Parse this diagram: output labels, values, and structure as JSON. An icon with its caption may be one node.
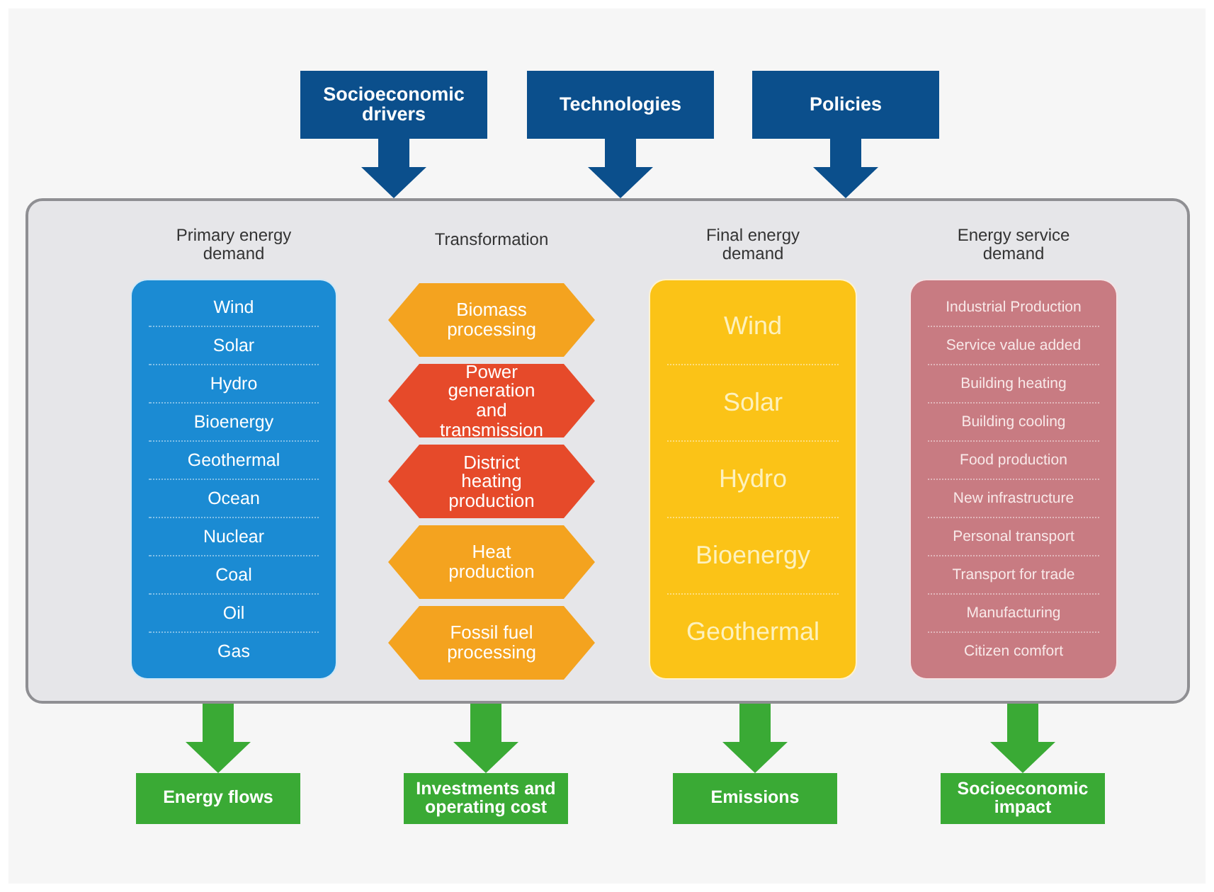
{
  "diagram": {
    "nodes": [
      {
        "text": [
          "Socioeconomic drivers"
        ]
      },
      {
        "text": [
          "Technologies"
        ]
      },
      {
        "text": [
          "Policies"
        ]
      },
      {
        "text": [],
        "shape": "box"
      },
      {
        "text": [
          "Primary energy demand",
          "Wind",
          "Solar",
          "Hydro",
          "Bioenergy",
          "Geothermal",
          "Ocean",
          "Nuclear",
          "Coal",
          "Oil",
          "Gas"
        ],
        "in": 3
      },
      {
        "text": [
          "Biomass processing"
        ],
        "in": 3
      },
      {
        "text": [
          "Power generation and transmission"
        ],
        "in": 3
      },
      {
        "text": [
          "District heating production"
        ],
        "in": 3
      },
      {
        "text": [
          "Heat production"
        ],
        "in": 3
      },
      {
        "text": [
          "Fossil fuel processing"
        ],
        "in": 3
      },
      {
        "text": [
          "Final energy demand",
          "Wind",
          "Solar",
          "Hydro",
          "Bioenergy",
          "Geothermal"
        ],
        "in": 3
      },
      {
        "text": [
          "Energy service demand",
          "Industrial Production",
          "Service value added",
          "Building heating",
          "Building cooling",
          "Food production",
          "New infrastructure",
          "Personal transport",
          "Transport for trade",
          "Manufacturing",
          "Citizen comfort"
        ],
        "in": 3
      },
      {
        "text": [
          "Energy flows"
        ]
      },
      {
        "text": [
          "Investments and operating cost"
        ]
      },
      {
        "text": [
          "Emissions"
        ]
      },
      {
        "text": [
          "Socioeconomic impact"
        ]
      }
    ],
    "edges": [
      {
        "from": 0,
        "to": 3,
        "arrow": "to",
        "color": "#0b4f8c"
      },
      {
        "from": 1,
        "to": 3,
        "arrow": "to",
        "color": "#0b4f8c"
      },
      {
        "from": 2,
        "to": 3,
        "arrow": "to",
        "color": "#0b4f8c"
      },
      {
        "from": 3,
        "to": 12,
        "arrow": "to",
        "color": "#3aaa35"
      },
      {
        "from": 3,
        "to": 13,
        "arrow": "to",
        "color": "#3aaa35"
      },
      {
        "from": 3,
        "to": 14,
        "arrow": "to",
        "color": "#3aaa35"
      },
      {
        "from": 3,
        "to": 15,
        "arrow": "to",
        "color": "#3aaa35"
      }
    ],
    "labels": [
      "Transformation"
    ]
  }
}
